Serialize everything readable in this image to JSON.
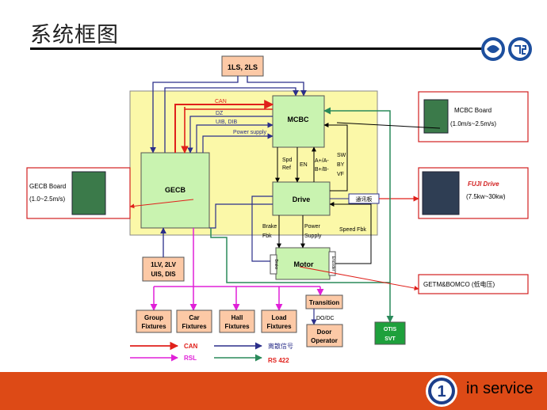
{
  "header": {
    "title": "系统框图"
  },
  "footer": {
    "service_number": "1",
    "service_text": "in service"
  },
  "blocks": {
    "ls": "1LS, 2LS",
    "mcbc": "MCBC",
    "gecb": "GECB",
    "drive": "Drive",
    "motor": "Motor",
    "lv": [
      "1LV, 2LV",
      "UIS, DIS"
    ],
    "transition": "Transition",
    "door_operator": [
      "Door",
      "Operator"
    ],
    "otis_svt": [
      "OTIS",
      "SVT"
    ],
    "tongxunban": "通讯板",
    "group": [
      "Group",
      "Fixtures"
    ],
    "car": [
      "Car",
      "Fixtures"
    ],
    "hall": [
      "Hall",
      "Fixtures"
    ],
    "load": [
      "Load",
      "Fixtures"
    ]
  },
  "signals": {
    "can": "CAN",
    "dz": "DZ",
    "uib_dib": "UIB, DIB",
    "power_supply": "Power supply",
    "spd": "Spd",
    "ref": "Ref",
    "en": "EN",
    "ab1": "A+/A-",
    "ab2": "B+/B-",
    "sw": "SW",
    "by": "BY",
    "vf": "VF",
    "brake": "Brake",
    "fbk": "Fbk",
    "power": "Power",
    "supply": "Supply",
    "speed_fbk": "Speed Fbk",
    "brake_vert": "Brake",
    "encoder_vert": "Encoder",
    "dodc": "DO/DC"
  },
  "callouts": {
    "mcbc_board": [
      "MCBC Board",
      "(1.0m/s~2.5m/s)"
    ],
    "gecb_board": [
      "GECB Board",
      "(1.0~2.5m/s)"
    ],
    "fuji_drive": [
      "FUJI Drive",
      "(7.5kw~30kw)"
    ],
    "getm": "GETM&BOMCO (低电压)"
  },
  "legend": {
    "can": "CAN",
    "rsl": "RSL",
    "discrete": "离散信号",
    "rs422": "RS 422"
  },
  "colors": {
    "can": "#e0201b",
    "discrete": "#2b2f8a",
    "rsl": "#e020d8",
    "rs422": "#2a8a5a",
    "block_green": "#c9f3b0",
    "block_orange": "#fcc9a6",
    "system_yellow": "#fbf8a8",
    "otis_green": "#1ea03c",
    "bar_orange": "#dd4a16"
  }
}
